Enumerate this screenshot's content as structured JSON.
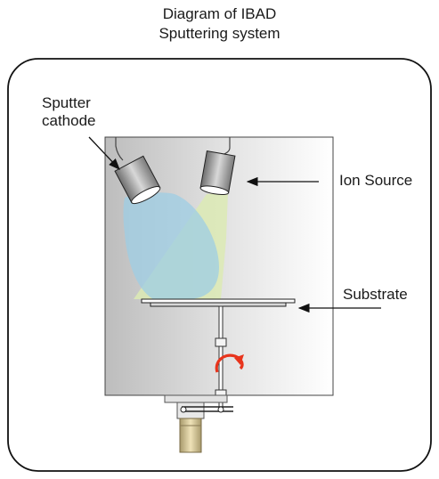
{
  "title": {
    "line1": "Diagram of IBAD",
    "line2": "Sputtering system"
  },
  "labels": {
    "sputter_cathode_line1": "Sputter",
    "sputter_cathode_line2": "cathode",
    "ion_source": "Ion Source",
    "substrate": "Substrate"
  },
  "colors": {
    "chamber_outline": "#111111",
    "chamber_fill_dark": "#c8c8c8",
    "sputter_plume": "#9fd0e6",
    "ion_beam": "#d9eab0",
    "rotation_arrow": "#e8341c",
    "feedthrough": "#c9b98a"
  }
}
